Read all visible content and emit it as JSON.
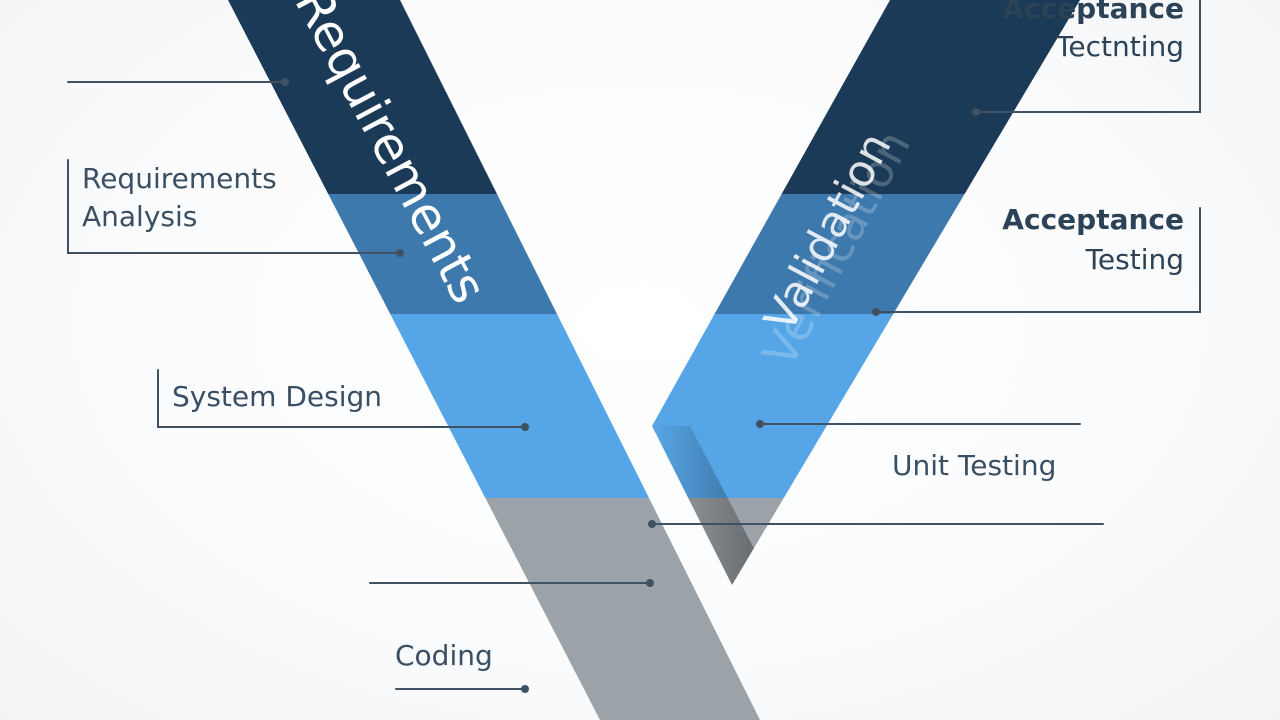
{
  "colors": {
    "dark": "#1b3a57",
    "mid": "#3d79ad",
    "light": "#56a6e7",
    "gray": "#9ca3a8",
    "connector": "#3f5163"
  },
  "labels": {
    "requirements_analysis_line1": "Requirements",
    "requirements_analysis_line2": "Analysis",
    "system_design": "System Design",
    "coding": "Coding",
    "acceptance_top_line1": "Acceptance",
    "acceptance_top_line2": "Tectnting",
    "acceptance_line1": "Acceptance",
    "acceptance_line2": "Testing",
    "unit_testing": "Unit Testing"
  },
  "band_text": {
    "left": "Requirements",
    "right": "Validation",
    "right_faded": "Verification"
  }
}
